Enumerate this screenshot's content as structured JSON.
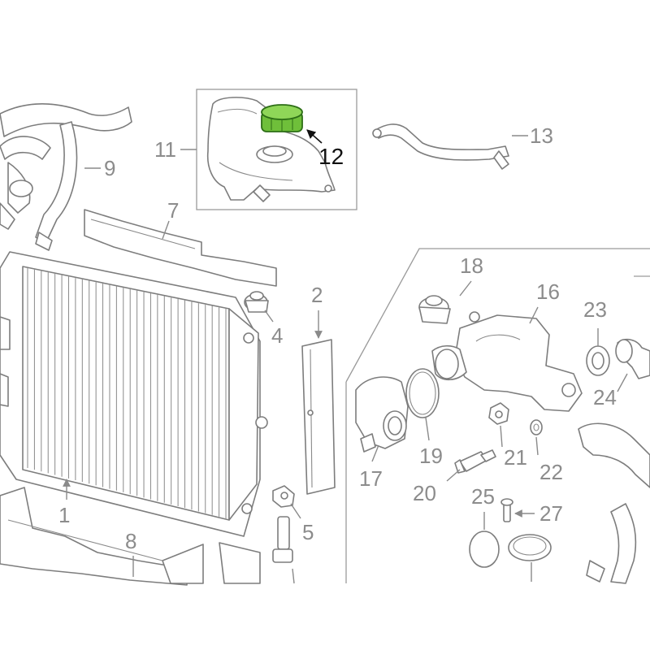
{
  "highlight_color": "#6fbf3a",
  "highlight_stroke": "#2d6e16",
  "callouts": {
    "c1": "1",
    "c2": "2",
    "c4": "4",
    "c5": "5",
    "c7": "7",
    "c8": "8",
    "c9": "9",
    "c11": "11",
    "c12": "12",
    "c13": "13",
    "c16": "16",
    "c17": "17",
    "c18": "18",
    "c19": "19",
    "c20": "20",
    "c21": "21",
    "c22": "22",
    "c23": "23",
    "c24": "24",
    "c25": "25",
    "c27": "27"
  }
}
